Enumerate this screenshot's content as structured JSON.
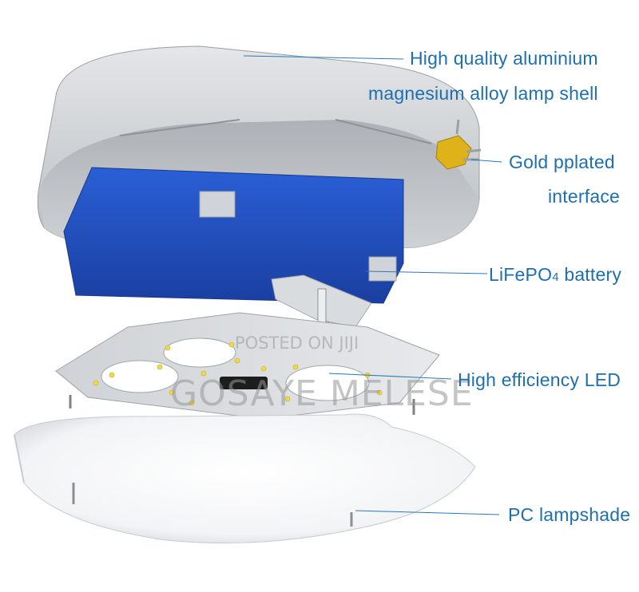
{
  "callouts": {
    "shell_line1": "High quality aluminium",
    "shell_line2": "magnesium alloy lamp shell",
    "interface_line1": "Gold pplated",
    "interface_line2": "interface",
    "battery_prefix": "LiFePO",
    "battery_sub": "4",
    "battery_suffix": " battery",
    "led": "High efficiency LED",
    "lampshade": "PC lampshade"
  },
  "watermark": {
    "posted": "POSTED ON JIJI",
    "seller": "GOSAYE MELESE"
  },
  "colors": {
    "label_text": "#1f6fae",
    "leader_line": "#2a79b8",
    "shell": "#c9ccd0",
    "battery": "#1f4fbf",
    "connector": "#e0b21a",
    "led": "#f2d94a"
  }
}
